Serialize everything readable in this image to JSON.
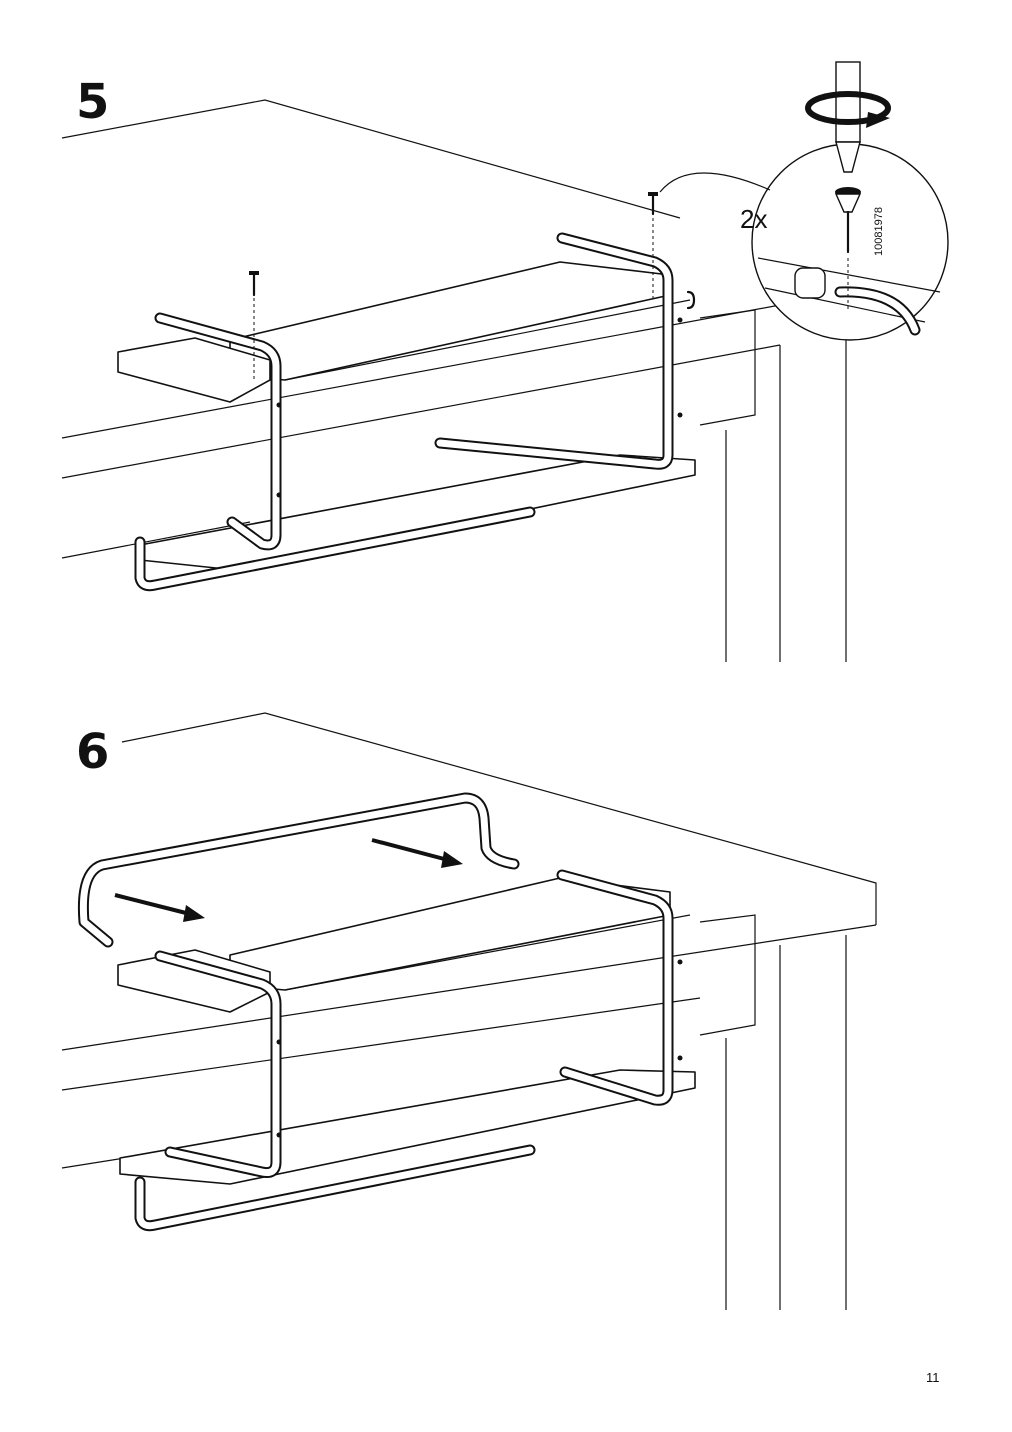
{
  "steps": [
    {
      "number": "5",
      "callout": {
        "quantity": "2x",
        "part_number": "10081978"
      }
    },
    {
      "number": "6"
    }
  ],
  "page": {
    "number": "11"
  },
  "icons": {
    "step5": [
      "screw-icon",
      "screwdriver-icon",
      "rotation-arrow-icon",
      "detail-magnifier-icon"
    ],
    "step6": [
      "push-direction-arrow-icon"
    ]
  }
}
